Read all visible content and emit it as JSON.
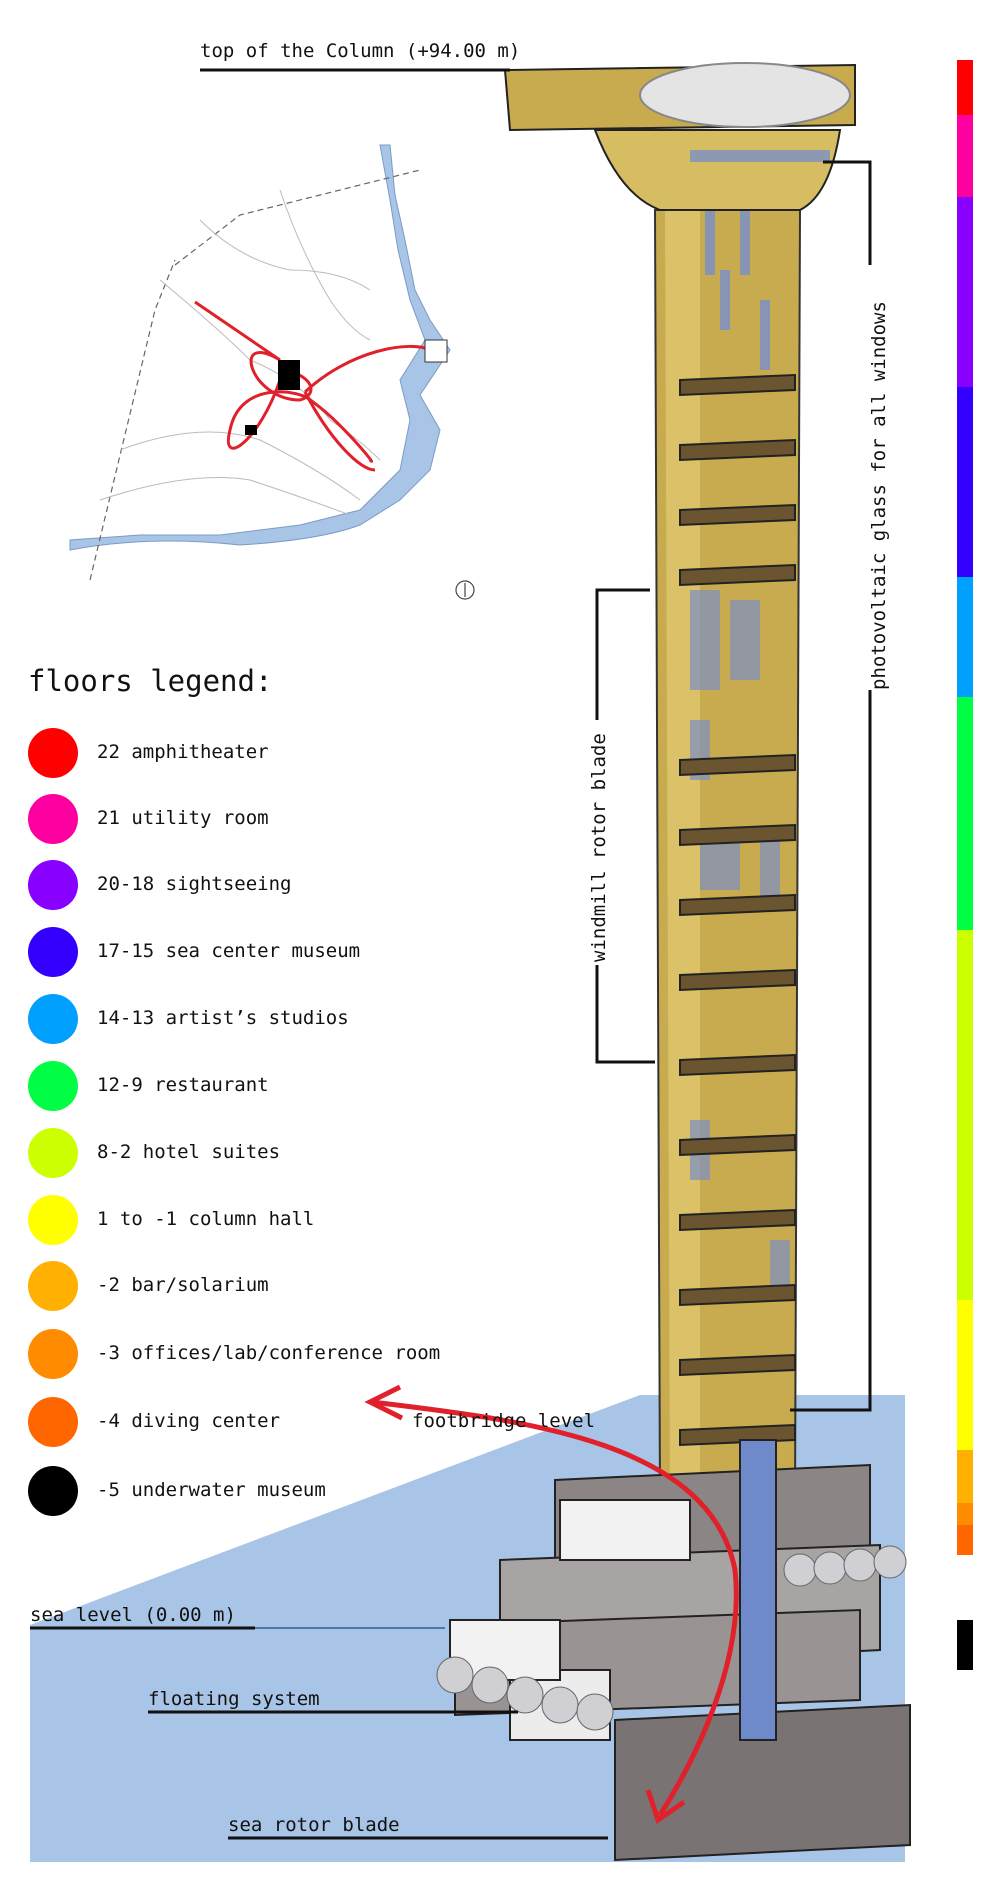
{
  "labels": {
    "top": "top of the Column (+94.00 m)",
    "photovoltaic": "photovoltaic glass for all windows",
    "rotor": "windmill rotor blade",
    "footbridge": "footbridge level",
    "sea_level": "sea level (0.00 m)",
    "floating": "floating system",
    "sea_rotor": "sea rotor blade"
  },
  "legend": {
    "title": "floors legend:",
    "items": [
      {
        "label": "22 amphitheater",
        "color": "#ff0000"
      },
      {
        "label": "21 utility room",
        "color": "#ff00a0"
      },
      {
        "label": "20-18 sightseeing",
        "color": "#8800ff"
      },
      {
        "label": "17-15 sea center museum",
        "color": "#3300ff"
      },
      {
        "label": "14-13 artist’s studios",
        "color": "#00a0ff"
      },
      {
        "label": "12-9 restaurant",
        "color": "#00ff44"
      },
      {
        "label": "8-2 hotel suites",
        "color": "#ccff00"
      },
      {
        "label": "1 to -1 column hall",
        "color": "#ffff00"
      },
      {
        "label": "-2 bar/solarium",
        "color": "#ffb000"
      },
      {
        "label": "-3 offices/lab/conference room",
        "color": "#ff8c00"
      },
      {
        "label": "-4 diving center",
        "color": "#ff6600"
      },
      {
        "label": "-5 underwater museum",
        "color": "#000000"
      }
    ]
  },
  "colors": {
    "sea": "#a8c4e6",
    "column": "#c9ab4f",
    "path": "#e0202a"
  },
  "icons": {
    "north": "north-arrow-icon"
  }
}
